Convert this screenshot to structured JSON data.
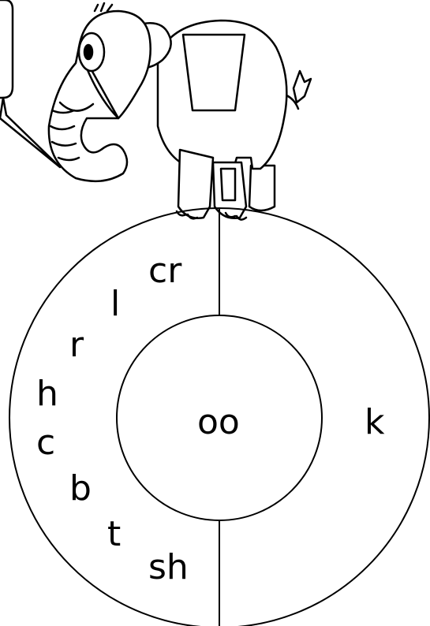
{
  "wheel": {
    "onsets": {
      "cr": "cr",
      "l": "l",
      "r": "r",
      "h": "h",
      "c": "c",
      "b": "b",
      "t": "t",
      "sh": "sh"
    },
    "vowel": "oo",
    "ending": "k"
  },
  "colors": {
    "ink": "#000000",
    "paper": "#ffffff"
  },
  "illustration": {
    "icon": "cartoon-elephant-icon",
    "speech_bubble": "speech-bubble-icon"
  }
}
